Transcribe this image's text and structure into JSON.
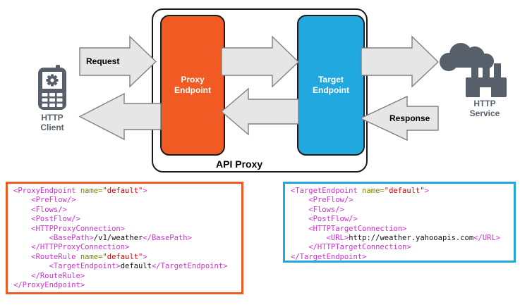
{
  "diagram": {
    "client": {
      "label": "HTTP\nClient"
    },
    "service": {
      "label": "HTTP\nService"
    },
    "api_proxy": {
      "label": "API Proxy"
    },
    "proxy_endpoint": {
      "label": "Proxy\nEndpoint"
    },
    "target_endpoint": {
      "label": "Target\nEndpoint"
    },
    "arrows": {
      "request_label": "Request",
      "response_label": "Response"
    }
  },
  "colors": {
    "orange": "#F15A22",
    "blue": "#21A8DF",
    "arrow_fill": "#E6E6E6",
    "arrow_stroke": "#808080",
    "icon": "#57606A",
    "container_border": "#1A1A1A",
    "syntax_tag": "#CC33CC",
    "syntax_attr": "#808000",
    "syntax_val": "#CC0000",
    "syntax_text": "#111111"
  },
  "code_blocks": [
    {
      "id": "proxy-endpoint-xml",
      "border_color": "#F15A22",
      "lines": [
        [
          [
            "tag",
            "<ProxyEndpoint "
          ],
          [
            "attr",
            "name="
          ],
          [
            "val",
            "\"default\""
          ],
          [
            "tag",
            ">"
          ]
        ],
        [
          [
            "tag",
            "    <PreFlow/>"
          ]
        ],
        [
          [
            "tag",
            "    <Flows/>"
          ]
        ],
        [
          [
            "tag",
            "    <PostFlow/>"
          ]
        ],
        [
          [
            "tag",
            "    <HTTPProxyConnection>"
          ]
        ],
        [
          [
            "tag",
            "        <BasePath>"
          ],
          [
            "text",
            "/v1/weather"
          ],
          [
            "tag",
            "</BasePath>"
          ]
        ],
        [
          [
            "tag",
            "    </HTTPProxyConnection>"
          ]
        ],
        [
          [
            "tag",
            "    <RouteRule "
          ],
          [
            "attr",
            "name="
          ],
          [
            "val",
            "\"default\""
          ],
          [
            "tag",
            ">"
          ]
        ],
        [
          [
            "tag",
            "        <TargetEndpoint>"
          ],
          [
            "text",
            "default"
          ],
          [
            "tag",
            "</TargetEndpoint>"
          ]
        ],
        [
          [
            "tag",
            "    </RouteRule>"
          ]
        ],
        [
          [
            "tag",
            "</ProxyEndpoint>"
          ]
        ]
      ]
    },
    {
      "id": "target-endpoint-xml",
      "border_color": "#21A8DF",
      "lines": [
        [
          [
            "tag",
            "<TargetEndpoint "
          ],
          [
            "attr",
            "name="
          ],
          [
            "val",
            "\"default\""
          ],
          [
            "tag",
            ">"
          ]
        ],
        [
          [
            "tag",
            "    <PreFlow/>"
          ]
        ],
        [
          [
            "tag",
            "    <Flows/>"
          ]
        ],
        [
          [
            "tag",
            "    <PostFlow/>"
          ]
        ],
        [
          [
            "tag",
            "    <HTTPTargetConnection>"
          ]
        ],
        [
          [
            "tag",
            "        <URL>"
          ],
          [
            "text",
            "http://weather.yahooapis.com"
          ],
          [
            "tag",
            "</URL>"
          ]
        ],
        [
          [
            "tag",
            "    </HTTPTargetConnection>"
          ]
        ],
        [
          [
            "tag",
            "</TargetEndpoint>"
          ]
        ]
      ]
    }
  ]
}
